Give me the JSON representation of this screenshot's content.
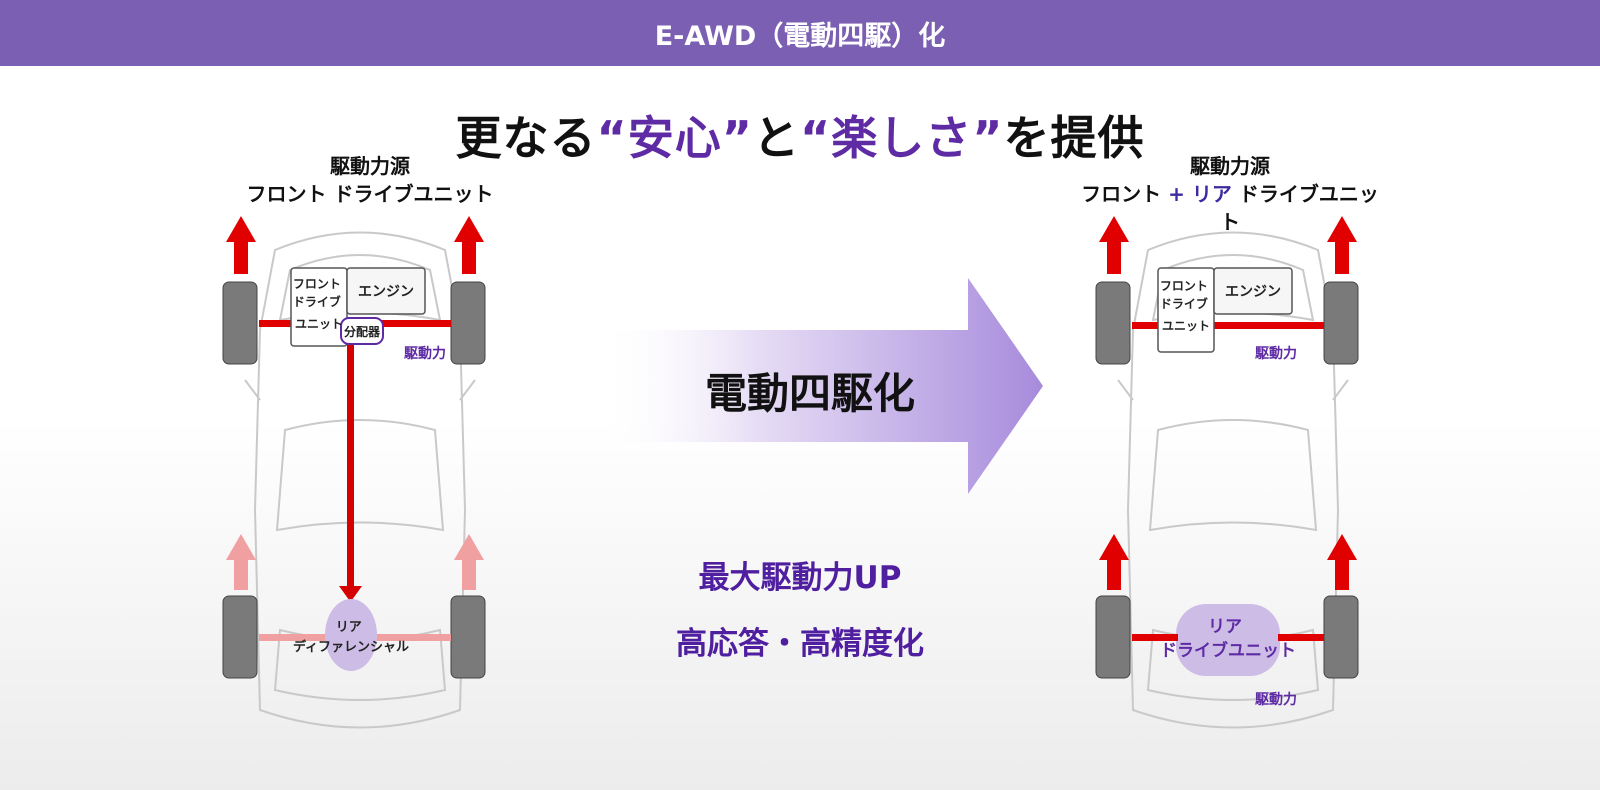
{
  "header": {
    "title": "E-AWD（電動四駆）化"
  },
  "headline": {
    "part1": "更なる",
    "quote_open1": "“",
    "accent1": "安心",
    "quote_close1": "”",
    "part2": "と",
    "quote_open2": "“",
    "accent2": "楽しさ",
    "quote_close2": "”",
    "part3": "を提供"
  },
  "left": {
    "caption_line1": "駆動力源",
    "caption_line2": "フロント ドライブユニット",
    "front_unit": [
      "フロント",
      "ドライブ",
      "ユニット"
    ],
    "engine": "エンジン",
    "distributor": "分配器",
    "drive_force": "駆動力",
    "rear_diff": [
      "リア",
      "ディファレンシャル"
    ]
  },
  "right": {
    "caption_line1": "駆動力源",
    "caption_front": "フロント",
    "caption_plus": "+",
    "caption_rear": "リア",
    "caption_tail": "ドライブユニット",
    "front_unit": [
      "フロント",
      "ドライブ",
      "ユニット"
    ],
    "engine": "エンジン",
    "drive_force_front": "駆動力",
    "rear_unit": [
      "リア",
      "ドライブユニット"
    ],
    "drive_force_rear": "駆動力"
  },
  "center": {
    "label": "電動四駆化",
    "benefit1": "最大駆動力UP",
    "benefit2": "高応答・高精度化"
  },
  "colors": {
    "header_bg": "#7b5fb3",
    "accent_purple": "#5e2ba4",
    "drive_red": "#e00000",
    "faded_red": "#f0a0a0",
    "arrow_purple": "#a78bdc"
  }
}
